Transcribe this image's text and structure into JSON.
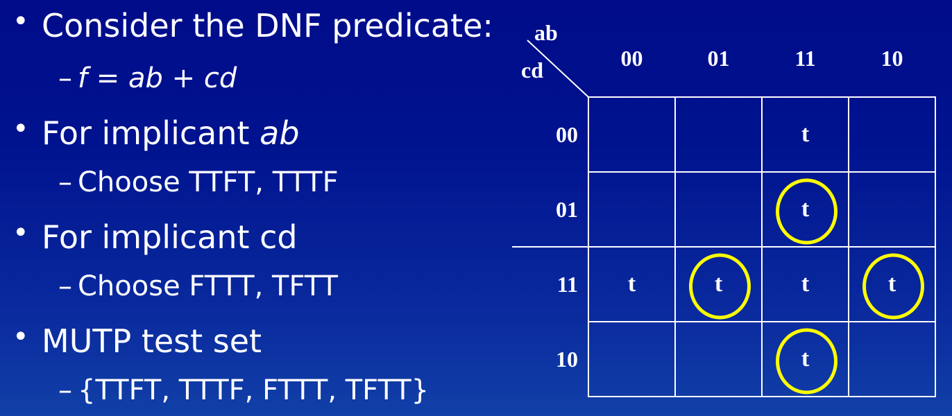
{
  "bullets": [
    {
      "level": 1,
      "prefix": "",
      "text": "Consider the DNF predicate:"
    },
    {
      "level": 2,
      "prefix": "– ",
      "text": "f = ab + cd",
      "italic": true
    },
    {
      "level": 1,
      "prefix": "",
      "text": "For implicant ",
      "tail": "ab",
      "tail_italic": true
    },
    {
      "level": 2,
      "prefix": "– ",
      "text": "Choose TTFT, TTTF"
    },
    {
      "level": 1,
      "prefix": "",
      "text": "For implicant cd"
    },
    {
      "level": 2,
      "prefix": "– ",
      "text": "Choose FTTT, TFTT"
    },
    {
      "level": 1,
      "prefix": "",
      "text": "MUTP test set"
    },
    {
      "level": 2,
      "prefix": "– ",
      "text": "{TTFT, TTTF, FTTT, TFTT}"
    }
  ],
  "bullet_symbol": "•",
  "kmap": {
    "row_var": "cd",
    "col_var": "ab",
    "col_headers": [
      "00",
      "01",
      "11",
      "10"
    ],
    "row_headers": [
      "00",
      "01",
      "11",
      "10"
    ],
    "cells": [
      [
        "",
        "",
        "t",
        ""
      ],
      [
        "",
        "",
        "t",
        ""
      ],
      [
        "t",
        "t",
        "t",
        "t"
      ],
      [
        "",
        "",
        "t",
        ""
      ]
    ],
    "circled": [
      [
        1,
        2
      ],
      [
        2,
        1
      ],
      [
        2,
        3
      ],
      [
        3,
        2
      ]
    ],
    "colors": {
      "grid": "#ffffff",
      "circle": "#ffff00",
      "text": "#ffffff"
    }
  }
}
